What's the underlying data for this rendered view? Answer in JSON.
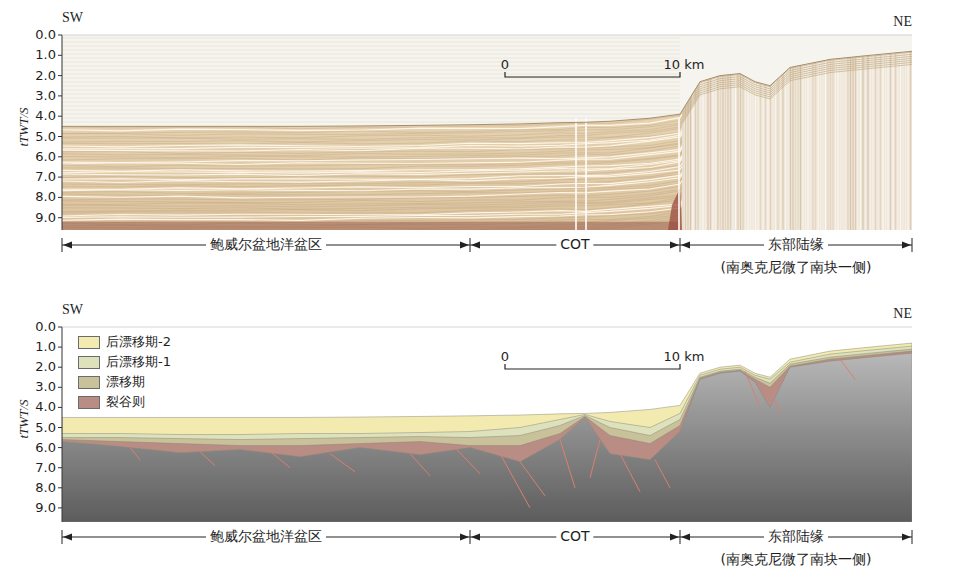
{
  "diagram": {
    "labels": [
      "SW",
      "NE",
      "0.0",
      "1.0",
      "2.0",
      "3.0",
      "4.0",
      "5.0",
      "6.0",
      "7.0",
      "8.0",
      "9.0",
      "tTWT/S",
      "0",
      "10 km",
      "鲍威尔盆地洋盆区",
      "COT",
      "东部陆缘",
      "(南奥克尼微了南块一侧)",
      "SW",
      "NE",
      "0.0",
      "1.0",
      "2.0",
      "3.0",
      "4.0",
      "5.0",
      "6.0",
      "7.0",
      "8.0",
      "9.0",
      "tTWT/S",
      "0",
      "10 km",
      "鲍威尔盆地洋盆区",
      "COT",
      "东部陆缘",
      "(南奥克尼微了南块一侧)"
    ],
    "legend": [
      {
        "text": "后漂移期-2",
        "color": "#f3eab0"
      },
      {
        "text": "后漂移期-1",
        "color": "#dde2bd"
      },
      {
        "text": "漂移期",
        "color": "#c9c199"
      },
      {
        "text": "裂谷则",
        "color": "#b98c84"
      }
    ]
  }
}
